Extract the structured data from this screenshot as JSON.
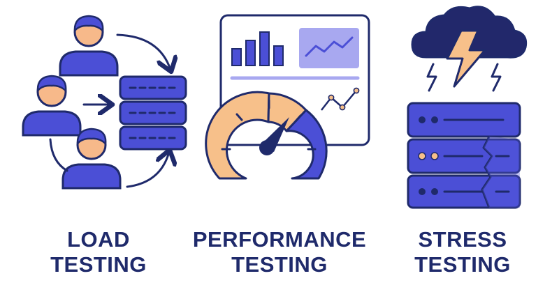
{
  "panels": [
    {
      "id": "load",
      "line1": "LOAD",
      "line2": "TESTING"
    },
    {
      "id": "performance",
      "line1": "PERFORMANCE",
      "line2": "TESTING"
    },
    {
      "id": "stress",
      "line1": "STRESS",
      "line2": "TESTING"
    }
  ],
  "colors": {
    "navy": "#1f2a6b",
    "indigo": "#4b4fd6",
    "lavender": "#a8a8f0",
    "peach": "#f7c08a",
    "skin": "#f7b98a",
    "cloud": "#22286b",
    "bolt": "#f7c08a"
  },
  "icons": {
    "load": [
      "user-icon",
      "server-stack-icon",
      "arrow-icon"
    ],
    "performance": [
      "dashboard-icon",
      "bar-chart-icon",
      "line-chart-icon",
      "speedometer-icon"
    ],
    "stress": [
      "storm-cloud-icon",
      "lightning-icon",
      "cracked-server-icon"
    ]
  }
}
